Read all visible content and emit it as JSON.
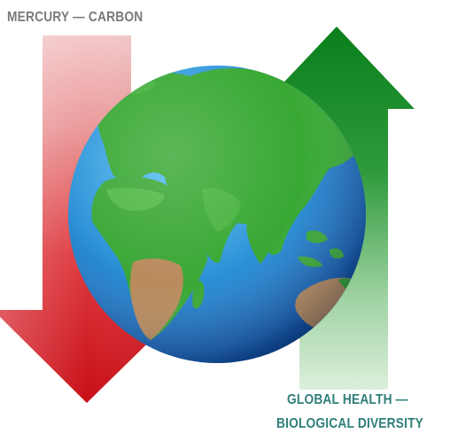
{
  "labels": {
    "top": "MERCURY — CARBON",
    "bottom_line1": "GLOBAL HEALTH —",
    "bottom_line2": "BIOLOGICAL DIVERSITY"
  },
  "colors": {
    "top_label": "#7a7a7a",
    "bottom_label": "#2f7f7a",
    "down_arrow": "#d8141b",
    "up_arrow": "#0f8a23",
    "ocean": "#2f8fd8",
    "land_green": "#35a331",
    "land_brown": "#b98a5a"
  },
  "arrows": [
    {
      "name": "down-arrow",
      "direction": "down",
      "meaning": "decrease"
    },
    {
      "name": "up-arrow",
      "direction": "up",
      "meaning": "increase"
    }
  ],
  "icons": {
    "center": "globe-icon"
  }
}
